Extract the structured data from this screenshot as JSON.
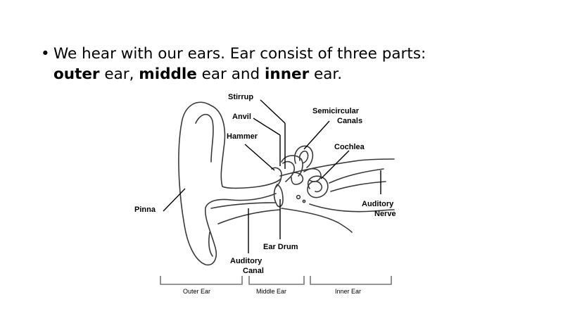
{
  "bullet": {
    "marker": "•",
    "line1": "We hear with our ears. Ear consist of three parts:",
    "outer": "outer",
    "ear1": " ear, ",
    "middle": "middle",
    "ear2": " ear and ",
    "inner": "inner",
    "ear3": " ear."
  },
  "diagram": {
    "labels": {
      "stirrup": "Stirrup",
      "anvil": "Anvil",
      "hammer": "Hammer",
      "semicircular_1": "Semicircular",
      "semicircular_2": "Canals",
      "cochlea": "Cochlea",
      "pinna": "Pinna",
      "auditory_nerve_1": "Auditory",
      "auditory_nerve_2": "Nerve",
      "ear_drum": "Ear Drum",
      "auditory_canal_1": "Auditory",
      "auditory_canal_2": "Canal"
    },
    "sections": {
      "outer": "Outer Ear",
      "middle": "Middle Ear",
      "inner": "Inner Ear"
    }
  }
}
